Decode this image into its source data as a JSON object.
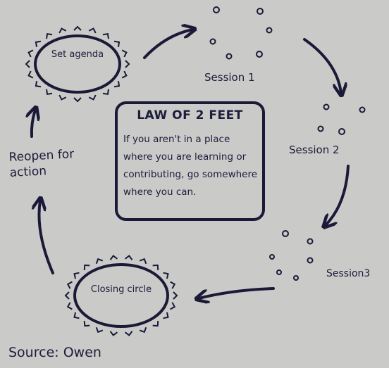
{
  "nodes": {
    "set_agenda": "Set agenda",
    "session1": "Session 1",
    "session2": "Session 2",
    "session3": "Session3",
    "closing": "Closing circle",
    "reopen": "Reopen for action"
  },
  "law": {
    "title": "LAW OF 2 FEET",
    "body": "If you aren't in a place where you are learning or contributing, go somewhere where you can."
  },
  "source": "Source: Owen",
  "colors": {
    "ink": "#1c1c3c",
    "paper": "#cacac8"
  }
}
